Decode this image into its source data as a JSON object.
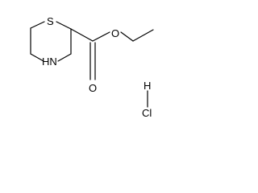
{
  "molecule": {
    "atoms": {
      "sulfur": "S",
      "nitrogen": "HN",
      "ester_oxygen": "O",
      "carbonyl_oxygen": "O",
      "hydrogen": "H",
      "chlorine": "Cl"
    },
    "colors": {
      "line": "#000000",
      "background": "#ffffff"
    }
  }
}
